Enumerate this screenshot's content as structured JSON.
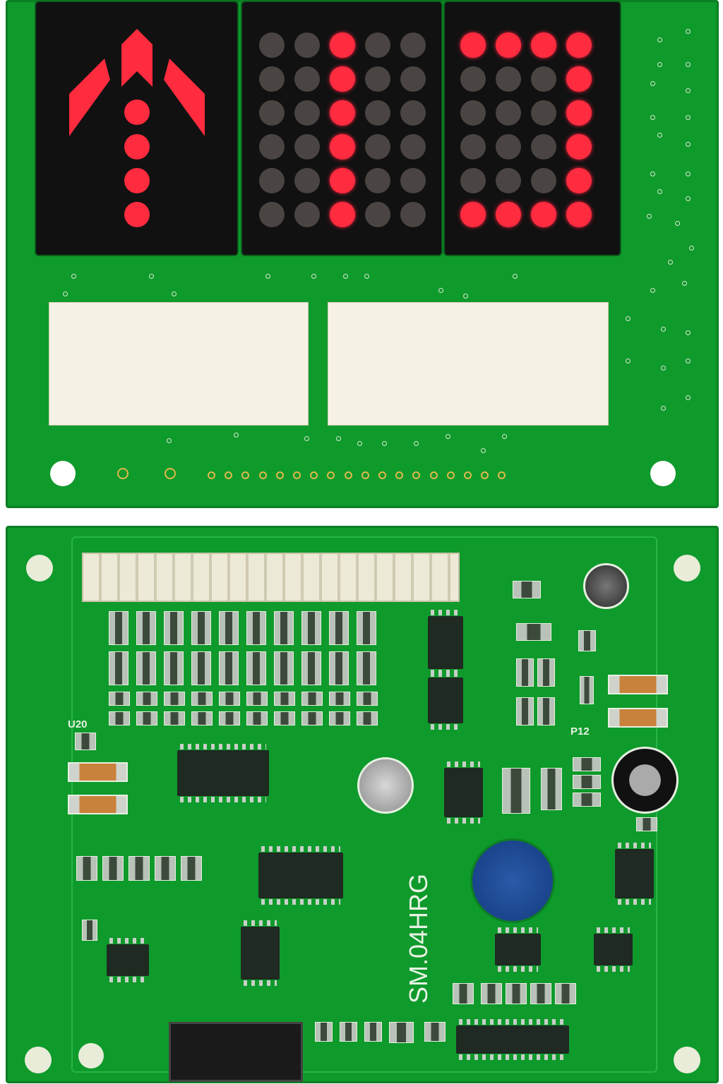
{
  "displays": {
    "matrix_middle": {
      "rows": 6,
      "cols": 5,
      "lit": [
        [
          0,
          0,
          1,
          0,
          0
        ],
        [
          0,
          0,
          1,
          0,
          0
        ],
        [
          0,
          0,
          1,
          0,
          0
        ],
        [
          0,
          0,
          1,
          0,
          0
        ],
        [
          0,
          0,
          1,
          0,
          0
        ],
        [
          0,
          0,
          1,
          0,
          0
        ]
      ]
    },
    "matrix_right": {
      "rows": 6,
      "cols": 4,
      "lit": [
        [
          1,
          1,
          1,
          1
        ],
        [
          0,
          0,
          0,
          1
        ],
        [
          0,
          0,
          0,
          1
        ],
        [
          0,
          0,
          0,
          1
        ],
        [
          0,
          0,
          0,
          1
        ],
        [
          1,
          1,
          1,
          1
        ]
      ]
    },
    "arrow": {
      "direction": "up"
    }
  },
  "colors": {
    "pcb": "#0f9a2c",
    "led_on": "#ff2b3e",
    "led_off": "#4a4543"
  },
  "silkscreen": {
    "u20": "U20",
    "p12": "P12",
    "board_id": "SM.04HRG"
  }
}
